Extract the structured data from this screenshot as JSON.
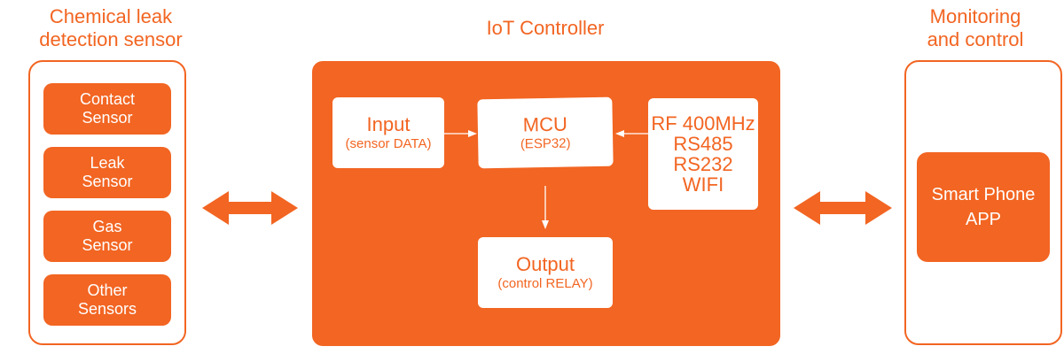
{
  "sensor_panel": {
    "title_lines": [
      "Chemical leak",
      "detection sensor"
    ],
    "items": [
      {
        "lines": [
          "Contact",
          "Sensor"
        ]
      },
      {
        "lines": [
          "Leak",
          "Sensor"
        ]
      },
      {
        "lines": [
          "Gas",
          "Sensor"
        ]
      },
      {
        "lines": [
          "Other",
          "Sensors"
        ]
      }
    ]
  },
  "controller": {
    "title": "IoT Controller",
    "input": {
      "label": "Input",
      "sub": "(sensor DATA)"
    },
    "mcu": {
      "label": "MCU",
      "sub": "(ESP32)"
    },
    "comm": {
      "lines": [
        "RF 400MHz",
        "RS485",
        "RS232",
        "WIFI"
      ]
    },
    "output": {
      "label": "Output",
      "sub": "(control RELAY)"
    }
  },
  "monitor_panel": {
    "title_lines": [
      "Monitoring",
      "and control"
    ],
    "app_lines": [
      "Smart Phone",
      "APP"
    ]
  },
  "colors": {
    "accent": "#f26522",
    "box": "#ffffff"
  }
}
